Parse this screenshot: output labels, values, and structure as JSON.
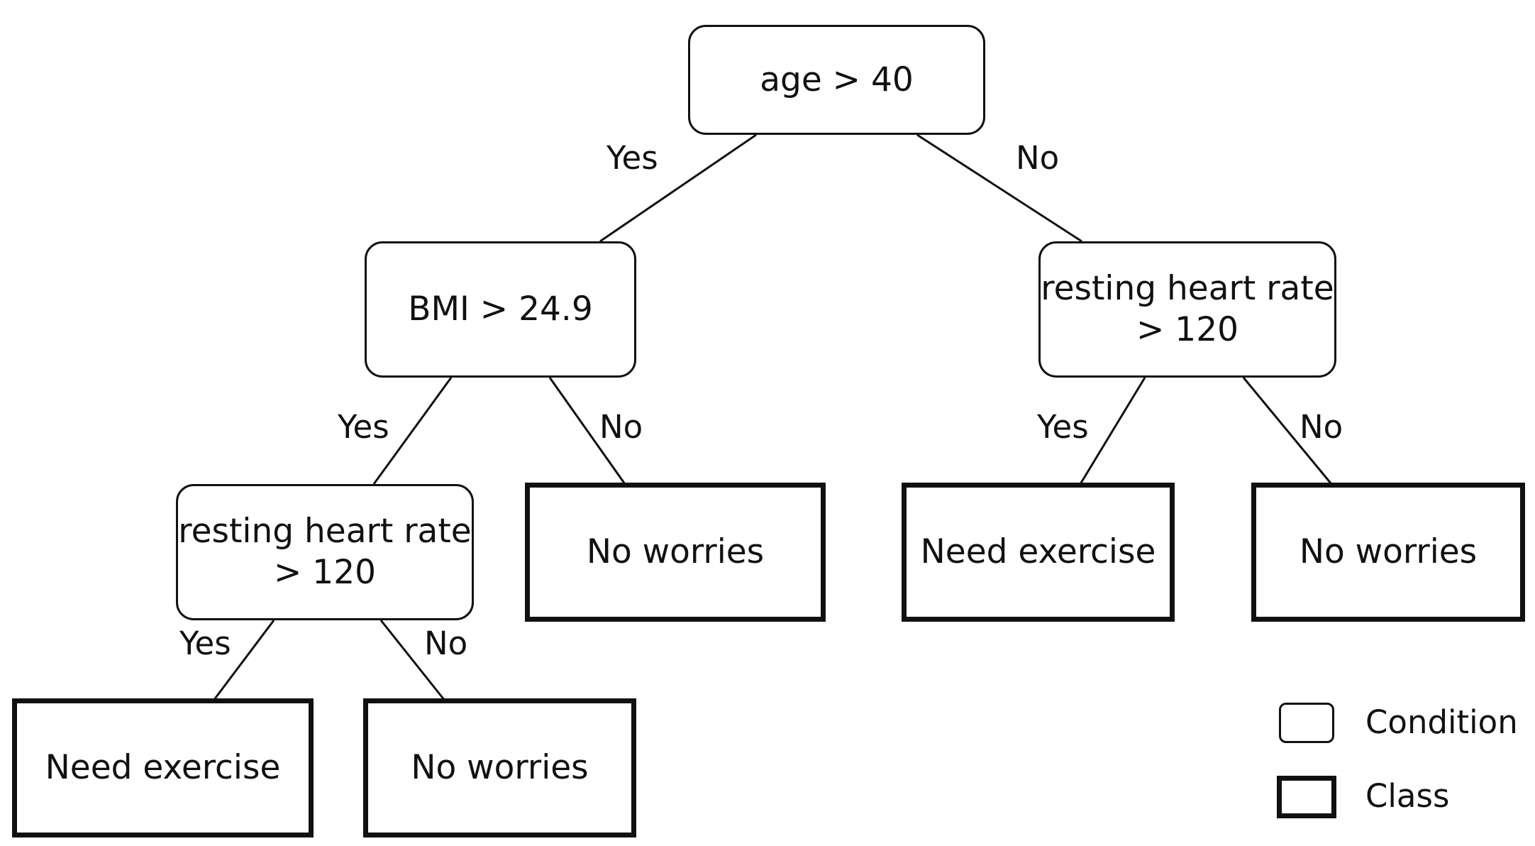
{
  "nodes": {
    "root": {
      "type": "condition",
      "lines": [
        "age > 40"
      ]
    },
    "bmi": {
      "type": "condition",
      "lines": [
        "BMI > 24.9"
      ]
    },
    "rhr_right": {
      "type": "condition",
      "lines": [
        "resting heart rate",
        "> 120"
      ]
    },
    "rhr_left": {
      "type": "condition",
      "lines": [
        "resting heart rate",
        "> 120"
      ]
    },
    "leaf_bmi_no": {
      "type": "class",
      "lines": [
        "No worries"
      ]
    },
    "leaf_right_yes": {
      "type": "class",
      "lines": [
        "Need exercise"
      ]
    },
    "leaf_right_no": {
      "type": "class",
      "lines": [
        "No worries"
      ]
    },
    "leaf_left_yes": {
      "type": "class",
      "lines": [
        "Need exercise"
      ]
    },
    "leaf_left_no": {
      "type": "class",
      "lines": [
        "No worries"
      ]
    }
  },
  "edges": [
    {
      "from": "root",
      "to": "bmi",
      "label": "Yes"
    },
    {
      "from": "root",
      "to": "rhr_right",
      "label": "No"
    },
    {
      "from": "bmi",
      "to": "rhr_left",
      "label": "Yes"
    },
    {
      "from": "bmi",
      "to": "leaf_bmi_no",
      "label": "No"
    },
    {
      "from": "rhr_right",
      "to": "leaf_right_yes",
      "label": "Yes"
    },
    {
      "from": "rhr_right",
      "to": "leaf_right_no",
      "label": "No"
    },
    {
      "from": "rhr_left",
      "to": "leaf_left_yes",
      "label": "Yes"
    },
    {
      "from": "rhr_left",
      "to": "leaf_left_no",
      "label": "No"
    }
  ],
  "legend": {
    "condition_label": "Condition",
    "class_label": "Class"
  },
  "colors": {
    "stroke": "#111111",
    "fill": "#ffffff"
  }
}
